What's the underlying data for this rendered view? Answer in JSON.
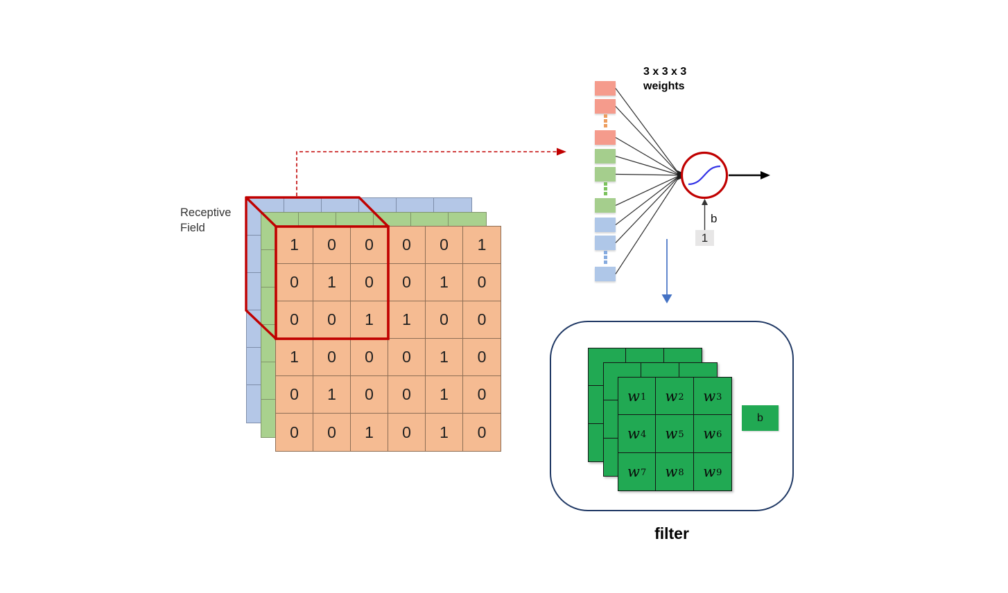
{
  "labels": {
    "receptive_field_line1": "Receptive",
    "receptive_field_line2": "Field",
    "weights_title_line1": "3 x 3 x 3",
    "weights_title_line2": "weights",
    "bias_label": "b",
    "bias_input_value": "1",
    "filter_caption": "filter",
    "filter_bias_label": "b"
  },
  "colors": {
    "red_accent": "#c00000",
    "navy_border": "#1f3864",
    "filter_green": "#21a953",
    "arrow_blue": "#4472c4",
    "sigmoid_blue": "#3333e6",
    "line_black": "#2a2a2a",
    "bias_box_gray": "#e7e6e6"
  },
  "input_volume": {
    "rows": 6,
    "cols": 6,
    "layers": [
      {
        "name": "back-blue",
        "fill": "#b4c7e7",
        "line": "#7d8da9"
      },
      {
        "name": "middle-green",
        "fill": "#a9d18e",
        "line": "#7f9468"
      },
      {
        "name": "front-orange",
        "fill": "#f5bb92",
        "line": "#8d6e55"
      }
    ],
    "front_values": [
      [
        "1",
        "0",
        "0",
        "0",
        "0",
        "1"
      ],
      [
        "0",
        "1",
        "0",
        "0",
        "1",
        "0"
      ],
      [
        "0",
        "0",
        "1",
        "1",
        "0",
        "0"
      ],
      [
        "1",
        "0",
        "0",
        "0",
        "1",
        "0"
      ],
      [
        "0",
        "1",
        "0",
        "0",
        "1",
        "0"
      ],
      [
        "0",
        "0",
        "1",
        "0",
        "1",
        "0"
      ]
    ]
  },
  "weights_column": {
    "groups": [
      {
        "name": "red-channel",
        "square_color": "#f59b8c",
        "dot_color": "#ed9e5f"
      },
      {
        "name": "green-channel",
        "square_color": "#a5ce8d",
        "dot_color": "#7cc35d"
      },
      {
        "name": "blue-channel",
        "square_color": "#afc7e8",
        "dot_color": "#86abdf"
      }
    ]
  },
  "filter": {
    "w_symbol": "w",
    "subscripts": [
      "1",
      "2",
      "3",
      "4",
      "5",
      "6",
      "7",
      "8",
      "9"
    ]
  }
}
